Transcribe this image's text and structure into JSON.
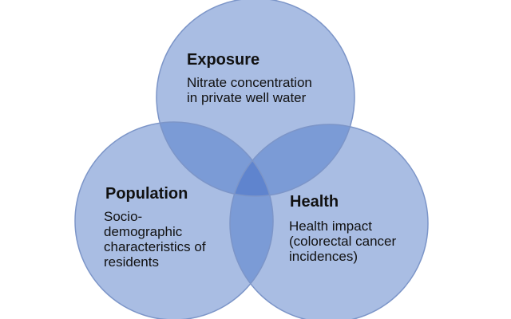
{
  "colors": {
    "circle_fill": "#a9bde3",
    "circle_stroke": "#7c95c8",
    "pair_overlap": "#7b9bd6",
    "center_overlap": "#5f84ce",
    "text": "#111111"
  },
  "circles": {
    "exposure": {
      "title": "Exposure",
      "lines": [
        "Nitrate concentration",
        "in private well water"
      ]
    },
    "population": {
      "title": "Population",
      "lines": [
        "Socio-",
        "demographic",
        "characteristics of",
        "residents"
      ]
    },
    "health": {
      "title": "Health",
      "lines": [
        "Health impact",
        "(colorectal cancer",
        "incidences)"
      ]
    }
  }
}
